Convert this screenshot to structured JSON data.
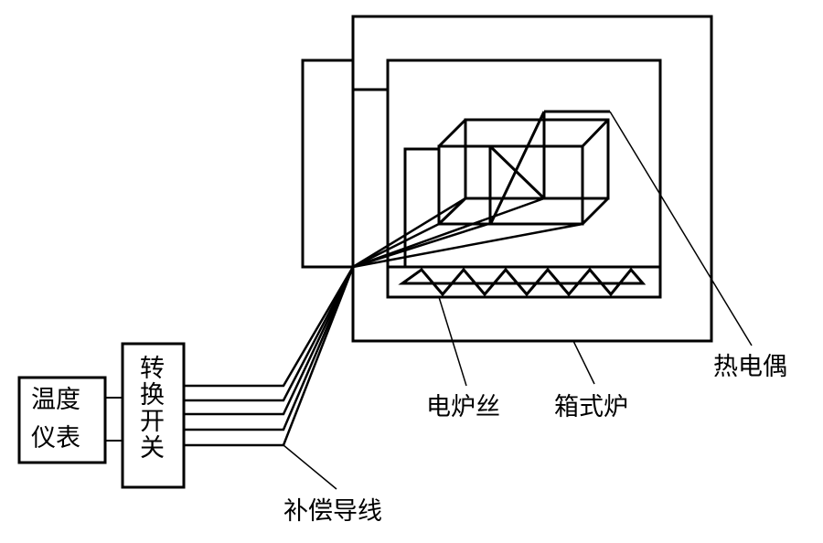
{
  "labels": {
    "meter_line1": "温度",
    "meter_line2": "仪表",
    "switch": "转换开关",
    "compensation_wire": "补偿导线",
    "heating_wire": "电炉丝",
    "box_furnace": "箱式炉",
    "thermocouple": "热电偶"
  },
  "colors": {
    "stroke": "#000000",
    "background": "#ffffff"
  }
}
